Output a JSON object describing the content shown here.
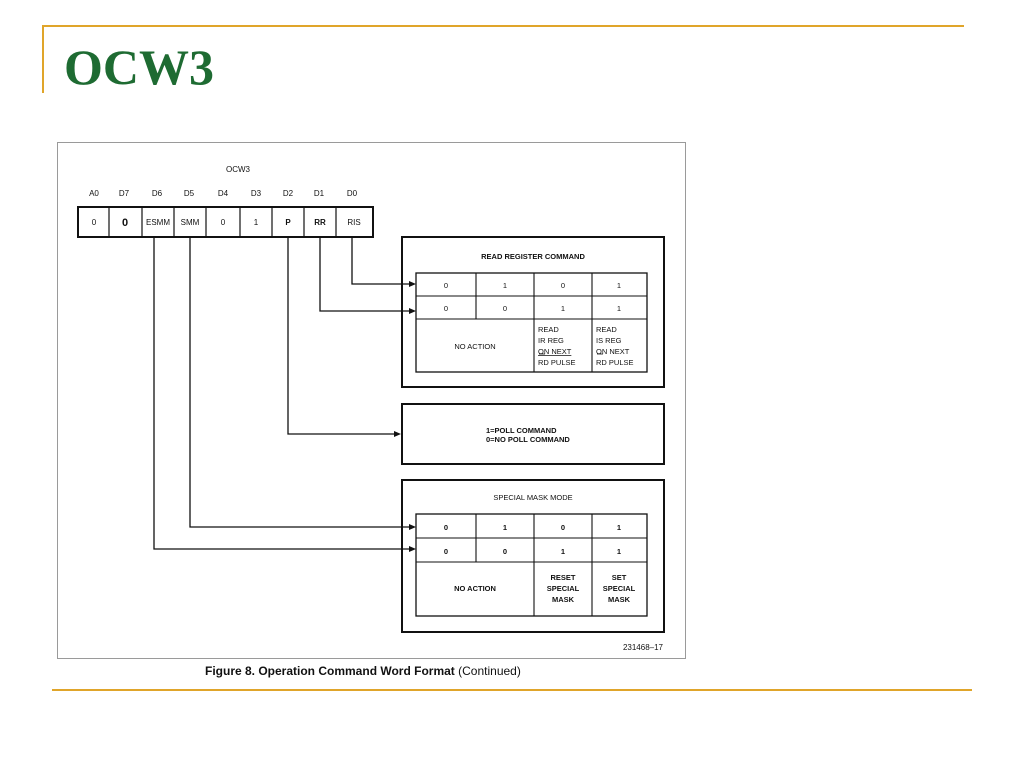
{
  "slide": {
    "title": "OCW3"
  },
  "figure": {
    "word_label": "OCW3",
    "bit_labels": [
      "A0",
      "D7",
      "D6",
      "D5",
      "D4",
      "D3",
      "D2",
      "D1",
      "D0"
    ],
    "bit_values": [
      "0",
      "0",
      "ESMM",
      "SMM",
      "0",
      "1",
      "P",
      "RR",
      "RIS"
    ],
    "read_register": {
      "title": "READ REGISTER COMMAND",
      "row1": [
        "0",
        "1",
        "0",
        "1"
      ],
      "row2": [
        "0",
        "0",
        "1",
        "1"
      ],
      "no_action": "NO ACTION",
      "cell_ir": [
        "READ",
        "IR REG",
        "ON NEXT",
        "RD PULSE"
      ],
      "cell_is": [
        "READ",
        "IS REG",
        "ON NEXT",
        "RD PULSE"
      ]
    },
    "poll": {
      "line1": "1=POLL COMMAND",
      "line2": "0=NO POLL COMMAND"
    },
    "special_mask": {
      "title": "SPECIAL MASK MODE",
      "row1": [
        "0",
        "1",
        "0",
        "1"
      ],
      "row2": [
        "0",
        "0",
        "1",
        "1"
      ],
      "no_action": "NO ACTION",
      "cell_reset": [
        "RESET",
        "SPECIAL",
        "MASK"
      ],
      "cell_set": [
        "SET",
        "SPECIAL",
        "MASK"
      ]
    },
    "figure_code": "231468–17"
  },
  "caption": {
    "bold": "Figure 8. Operation Command Word Format",
    "normal": " (Continued)"
  }
}
